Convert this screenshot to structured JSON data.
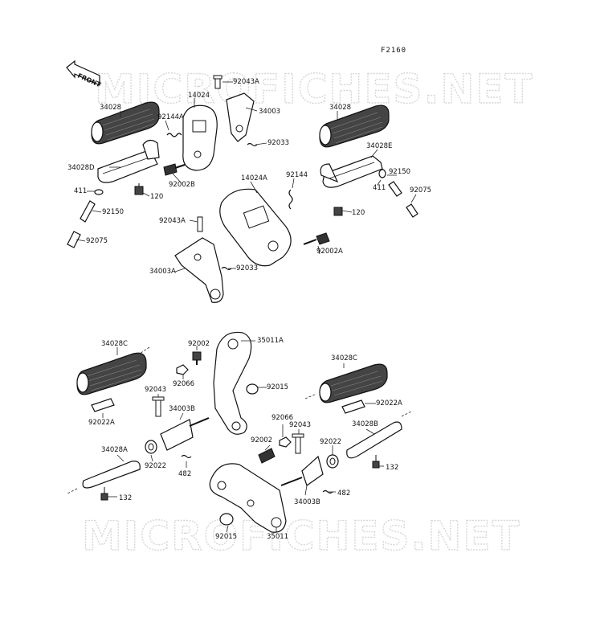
{
  "diagram_code": "F2160",
  "front_arrow": "FRONT",
  "watermark": "MICROFICHES.NET",
  "labels": [
    {
      "id": "l1",
      "text": "92043A"
    },
    {
      "id": "l2",
      "text": "14024"
    },
    {
      "id": "l3",
      "text": "34003"
    },
    {
      "id": "l4",
      "text": "34028"
    },
    {
      "id": "l5",
      "text": "92144A"
    },
    {
      "id": "l6",
      "text": "92033"
    },
    {
      "id": "l7",
      "text": "34028D"
    },
    {
      "id": "l8",
      "text": "92002B"
    },
    {
      "id": "l9",
      "text": "411"
    },
    {
      "id": "l10",
      "text": "120"
    },
    {
      "id": "l11",
      "text": "92150"
    },
    {
      "id": "l12",
      "text": "92075"
    },
    {
      "id": "l13",
      "text": "34028"
    },
    {
      "id": "l14",
      "text": "34028E"
    },
    {
      "id": "l15",
      "text": "14024A"
    },
    {
      "id": "l16",
      "text": "92144"
    },
    {
      "id": "l17",
      "text": "92150"
    },
    {
      "id": "l18",
      "text": "411"
    },
    {
      "id": "l19",
      "text": "92075"
    },
    {
      "id": "l20",
      "text": "120"
    },
    {
      "id": "l21",
      "text": "92043A"
    },
    {
      "id": "l22",
      "text": "92002A"
    },
    {
      "id": "l23",
      "text": "34003A"
    },
    {
      "id": "l24",
      "text": "92033"
    },
    {
      "id": "l25",
      "text": "34028C"
    },
    {
      "id": "l26",
      "text": "92002"
    },
    {
      "id": "l27",
      "text": "35011A"
    },
    {
      "id": "l28",
      "text": "92066"
    },
    {
      "id": "l29",
      "text": "92015"
    },
    {
      "id": "l30",
      "text": "34028C"
    },
    {
      "id": "l31",
      "text": "92043"
    },
    {
      "id": "l32",
      "text": "34003B"
    },
    {
      "id": "l33",
      "text": "92022A"
    },
    {
      "id": "l34",
      "text": "92022A"
    },
    {
      "id": "l35",
      "text": "92066"
    },
    {
      "id": "l36",
      "text": "92043"
    },
    {
      "id": "l37",
      "text": "34028B"
    },
    {
      "id": "l38",
      "text": "34028A"
    },
    {
      "id": "l39",
      "text": "92022"
    },
    {
      "id": "l40",
      "text": "92002"
    },
    {
      "id": "l41",
      "text": "92022"
    },
    {
      "id": "l42",
      "text": "482"
    },
    {
      "id": "l43",
      "text": "132"
    },
    {
      "id": "l44",
      "text": "132"
    },
    {
      "id": "l45",
      "text": "482"
    },
    {
      "id": "l46",
      "text": "34003B"
    },
    {
      "id": "l47",
      "text": "92015"
    },
    {
      "id": "l48",
      "text": "35011"
    }
  ]
}
